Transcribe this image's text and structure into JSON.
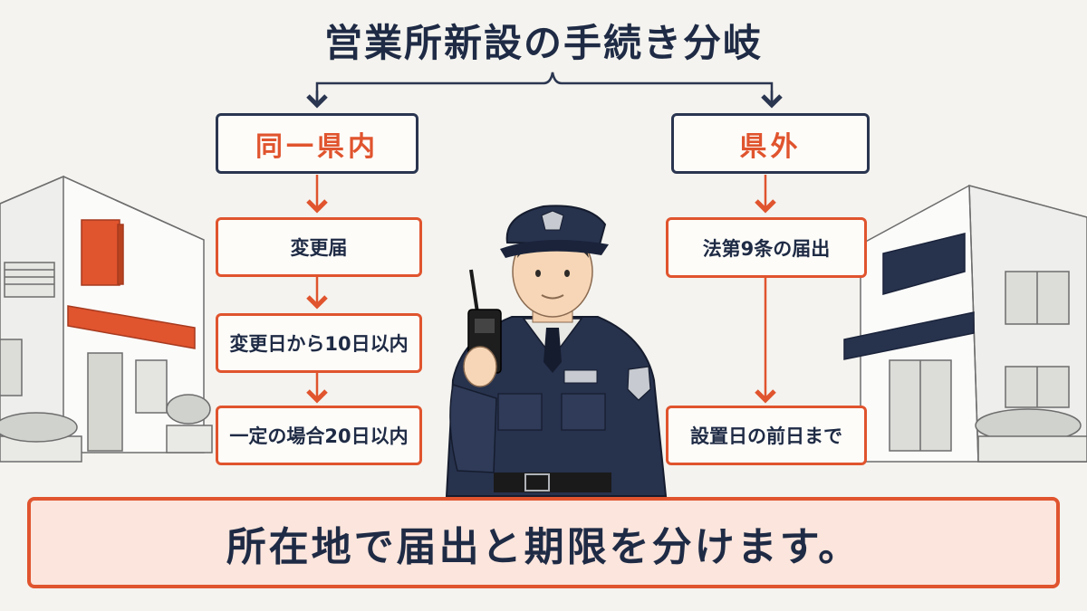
{
  "title": "営業所新設の手続き分岐",
  "branches": {
    "left": {
      "heading": "同一県内",
      "steps": [
        "変更届",
        "変更日から10日以内",
        "一定の場合20日以内"
      ]
    },
    "right": {
      "heading": "県外",
      "steps": [
        "法第9条の届出",
        "設置日の前日まで"
      ]
    }
  },
  "summary": "所在地で届出と期限を分けます。",
  "colors": {
    "navy": "#1f2b45",
    "accent": "#e0542e",
    "summary_fill": "#fbe5dc",
    "background": "#f4f3ef"
  },
  "illustration": {
    "left_building_icon": "shop-building-icon",
    "right_building_icon": "office-building-icon",
    "figure_icon": "security-guard-icon",
    "radio_icon": "walkie-talkie-icon"
  }
}
